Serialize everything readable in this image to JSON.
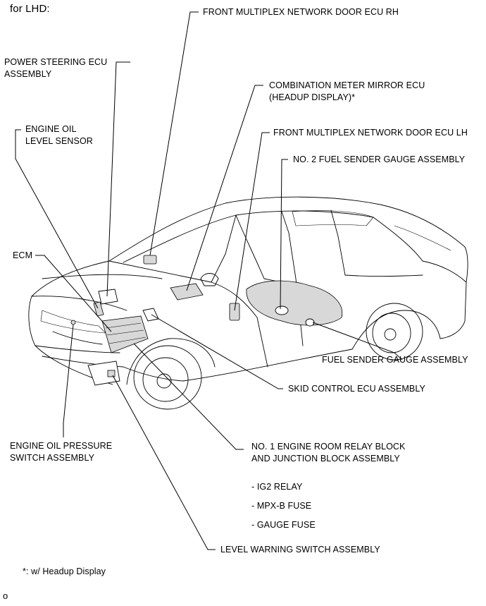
{
  "heading": "for LHD:",
  "labels": {
    "door_ecu_rh": "FRONT MULTIPLEX NETWORK DOOR ECU RH",
    "power_steering": [
      "POWER STEERING ECU",
      "ASSEMBLY"
    ],
    "meter_mirror": [
      "COMBINATION METER MIRROR ECU",
      "(HEADUP DISPLAY)*"
    ],
    "oil_level": [
      "ENGINE OIL",
      "LEVEL SENSOR"
    ],
    "door_ecu_lh": "FRONT MULTIPLEX NETWORK DOOR ECU LH",
    "fuel_sender_2": "NO. 2 FUEL SENDER GAUGE ASSEMBLY",
    "ecm": "ECM",
    "fuel_sender": "FUEL SENDER GAUGE ASSEMBLY",
    "skid_control": "SKID CONTROL ECU ASSEMBLY",
    "oil_pressure": [
      "ENGINE OIL PRESSURE",
      "SWITCH ASSEMBLY"
    ],
    "relay_block": [
      "NO. 1 ENGINE ROOM RELAY BLOCK",
      "AND JUNCTION BLOCK ASSEMBLY"
    ],
    "relay_items": [
      "- IG2 RELAY",
      "- MPX-B FUSE",
      "- GAUGE FUSE"
    ],
    "level_warning": "LEVEL WARNING SWITCH ASSEMBLY"
  },
  "footnote": "*: w/ Headup Display",
  "corner_mark": "o"
}
